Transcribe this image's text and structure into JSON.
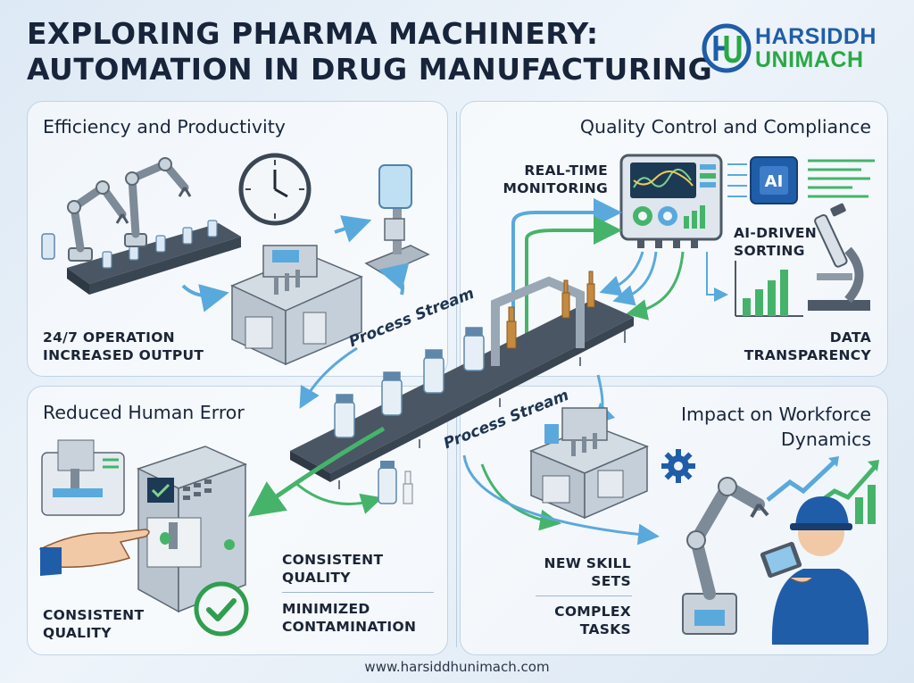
{
  "header": {
    "title_line1": "EXPLORING PHARMA MACHINERY:",
    "title_line2": "AUTOMATION IN DRUG MANUFACTURING"
  },
  "logo": {
    "line1": "HARSIDDH",
    "line2": "UNIMACH",
    "colors": {
      "blue": "#1f5da8",
      "green": "#2aa845"
    }
  },
  "panels": {
    "efficiency": {
      "title": "Efficiency and Productivity",
      "label_line1": "24/7 OPERATION",
      "label_line2": "INCREASED OUTPUT"
    },
    "quality": {
      "title": "Quality Control and Compliance",
      "monitoring_line1": "REAL-TIME",
      "monitoring_line2": "MONITORING",
      "ai_chip": "AI",
      "sorting_line1": "AI-DRIVEN",
      "sorting_line2": "SORTING",
      "transparency_line1": "DATA",
      "transparency_line2": "TRANSPARENCY"
    },
    "error": {
      "title": "Reduced Human Error",
      "quality_line1": "CONSISTENT",
      "quality_line2": "QUALITY",
      "center_quality_line1": "CONSISTENT",
      "center_quality_line2": "QUALITY",
      "contamination_line1": "MINIMIZED",
      "contamination_line2": "CONTAMINATION"
    },
    "workforce": {
      "title_line1": "Impact on Workforce",
      "title_line2": "Dynamics",
      "skills_line1": "NEW SKILL",
      "skills_line2": "SETS",
      "tasks_line1": "COMPLEX",
      "tasks_line2": "TASKS"
    }
  },
  "process_stream": {
    "upper": "Process Stream",
    "lower": "Process Stream"
  },
  "footer": {
    "url": "www.harsiddhunimach.com"
  },
  "icons": [
    "robot-arm-icon",
    "clock-icon",
    "filling-machine-icon",
    "monitor-panel-icon",
    "ai-chip-icon",
    "microscope-icon",
    "bar-chart-icon",
    "conveyor-icon",
    "vial-icon",
    "checkmark-icon",
    "hand-icon",
    "gear-icon",
    "worker-icon",
    "tablet-icon",
    "trend-arrow-icon"
  ],
  "colors": {
    "accent_blue": "#5aa9dc",
    "accent_green": "#45b46a",
    "title_text": "#17243a",
    "check_green": "#2f9e4f"
  }
}
